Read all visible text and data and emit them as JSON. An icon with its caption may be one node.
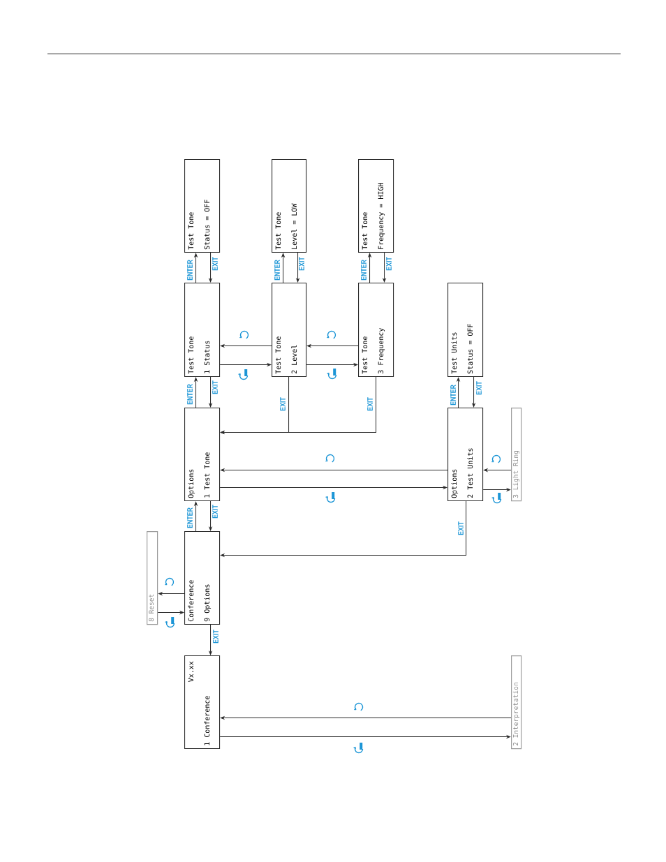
{
  "diagram": {
    "nodes": [
      {
        "text": [
          "Test Tone",
          "Status = OFF"
        ]
      },
      {
        "text": [
          "Test Tone",
          "Level = LOW"
        ]
      },
      {
        "text": [
          "Test Tone",
          "Frequency = HIGH"
        ]
      },
      {
        "text": [
          "Test Tone",
          "1 Status"
        ]
      },
      {
        "text": [
          "Test Tone",
          "2 Level"
        ]
      },
      {
        "text": [
          "Test Tone",
          "3 Frequency"
        ]
      },
      {
        "text": [
          "Test Units",
          "Status = OFF"
        ]
      },
      {
        "text": [
          "Options",
          "1 Test Tone"
        ]
      },
      {
        "text": [
          "Options",
          "2 Test Units"
        ]
      },
      {
        "text": [
          "3 Light Ring"
        ]
      },
      {
        "text": [
          "8 Reset"
        ]
      },
      {
        "text": [
          "Conference",
          "9 Options"
        ]
      },
      {
        "text": [
          "Vx.xx",
          "1 Conference"
        ]
      },
      {
        "text": [
          "2 Interpretation"
        ]
      }
    ],
    "edges": [
      {
        "from": 3,
        "to": 0,
        "arrow": "to",
        "label": "ENTER"
      },
      {
        "from": 0,
        "to": 3,
        "arrow": "to",
        "label": "EXIT"
      },
      {
        "from": 4,
        "to": 1,
        "arrow": "to",
        "label": "ENTER"
      },
      {
        "from": 1,
        "to": 4,
        "arrow": "to",
        "label": "EXIT"
      },
      {
        "from": 5,
        "to": 2,
        "arrow": "to",
        "label": "ENTER"
      },
      {
        "from": 2,
        "to": 5,
        "arrow": "to",
        "label": "EXIT"
      },
      {
        "from": 4,
        "to": 3,
        "arrow": "to"
      },
      {
        "from": 3,
        "to": 4,
        "arrow": "to"
      },
      {
        "from": 5,
        "to": 4,
        "arrow": "to"
      },
      {
        "from": 4,
        "to": 5,
        "arrow": "to"
      },
      {
        "from": 4,
        "to": 7,
        "arrow": "to",
        "label": "EXIT"
      },
      {
        "from": 5,
        "to": 7,
        "arrow": "to",
        "label": "EXIT"
      },
      {
        "from": 8,
        "to": 6,
        "arrow": "to",
        "label": "ENTER"
      },
      {
        "from": 6,
        "to": 8,
        "arrow": "to",
        "label": "EXIT"
      },
      {
        "from": 8,
        "to": 7,
        "arrow": "to"
      },
      {
        "from": 7,
        "to": 8,
        "arrow": "to"
      },
      {
        "from": 9,
        "to": 8,
        "arrow": "to"
      },
      {
        "from": 8,
        "to": 9,
        "arrow": "to"
      },
      {
        "from": 7,
        "to": 3,
        "arrow": "to",
        "label": "ENTER"
      },
      {
        "from": 3,
        "to": 7,
        "arrow": "to",
        "label": "EXIT"
      },
      {
        "from": 8,
        "to": 11,
        "arrow": "to",
        "label": "EXIT"
      },
      {
        "from": 11,
        "to": 7,
        "arrow": "to",
        "label": "ENTER"
      },
      {
        "from": 7,
        "to": 11,
        "arrow": "to",
        "label": "EXIT"
      },
      {
        "from": 11,
        "to": 10,
        "arrow": "to"
      },
      {
        "from": 10,
        "to": 11,
        "arrow": "to"
      },
      {
        "from": 11,
        "to": 12,
        "arrow": "to",
        "label": "EXIT"
      },
      {
        "from": 13,
        "to": 12,
        "arrow": "to"
      },
      {
        "from": 12,
        "to": 13,
        "arrow": "to"
      }
    ]
  }
}
